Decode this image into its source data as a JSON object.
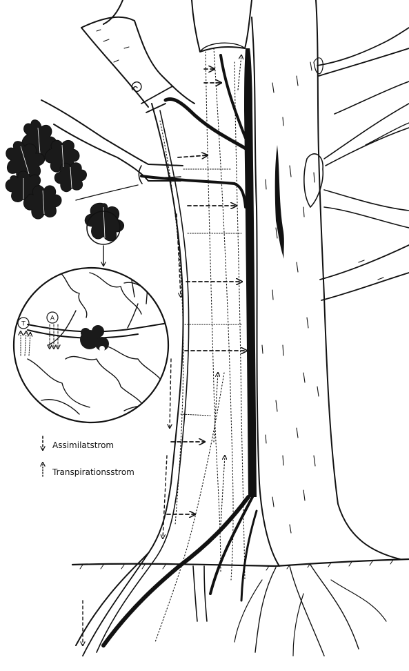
{
  "legend": {
    "assimilate_label": "Assimilatstrom",
    "transpiration_label": "Transpirationsstrom"
  },
  "inset": {
    "label_t": "T",
    "label_a": "A"
  },
  "colors": {
    "ink": "#111111",
    "paper": "#ffffff",
    "leaf_dark": "#1a1a1a"
  },
  "icons": {
    "assimilate_arrow": "dashed-down-arrow",
    "transpiration_arrow": "dotted-up-arrow"
  }
}
